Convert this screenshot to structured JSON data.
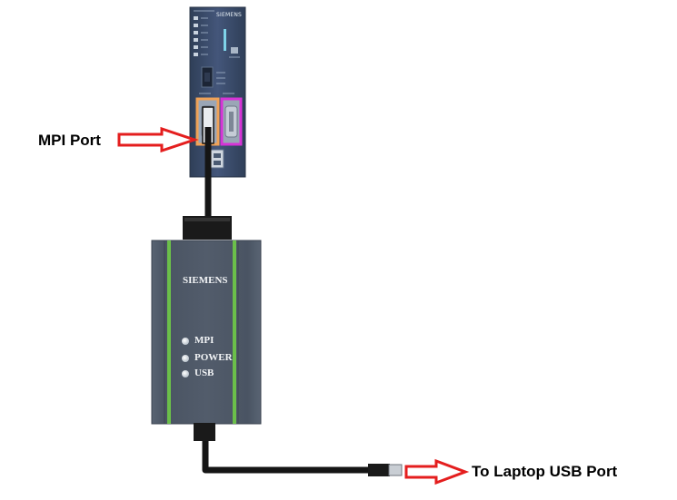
{
  "labels": {
    "mpi_port": "MPI Port",
    "laptop_usb": "To Laptop USB Port"
  },
  "plc": {
    "brand": "SIEMENS"
  },
  "adapter": {
    "brand": "SIEMENS",
    "leds": [
      "MPI",
      "POWER",
      "USB"
    ]
  },
  "colors": {
    "arrow_red": "#e41e1e",
    "mpi_port_highlight": "#f0a257",
    "dp_port_highlight": "#d633d6",
    "module_body": "#3c4d68",
    "adapter_stripe": "#6bbf4a",
    "cable": "#151515"
  }
}
